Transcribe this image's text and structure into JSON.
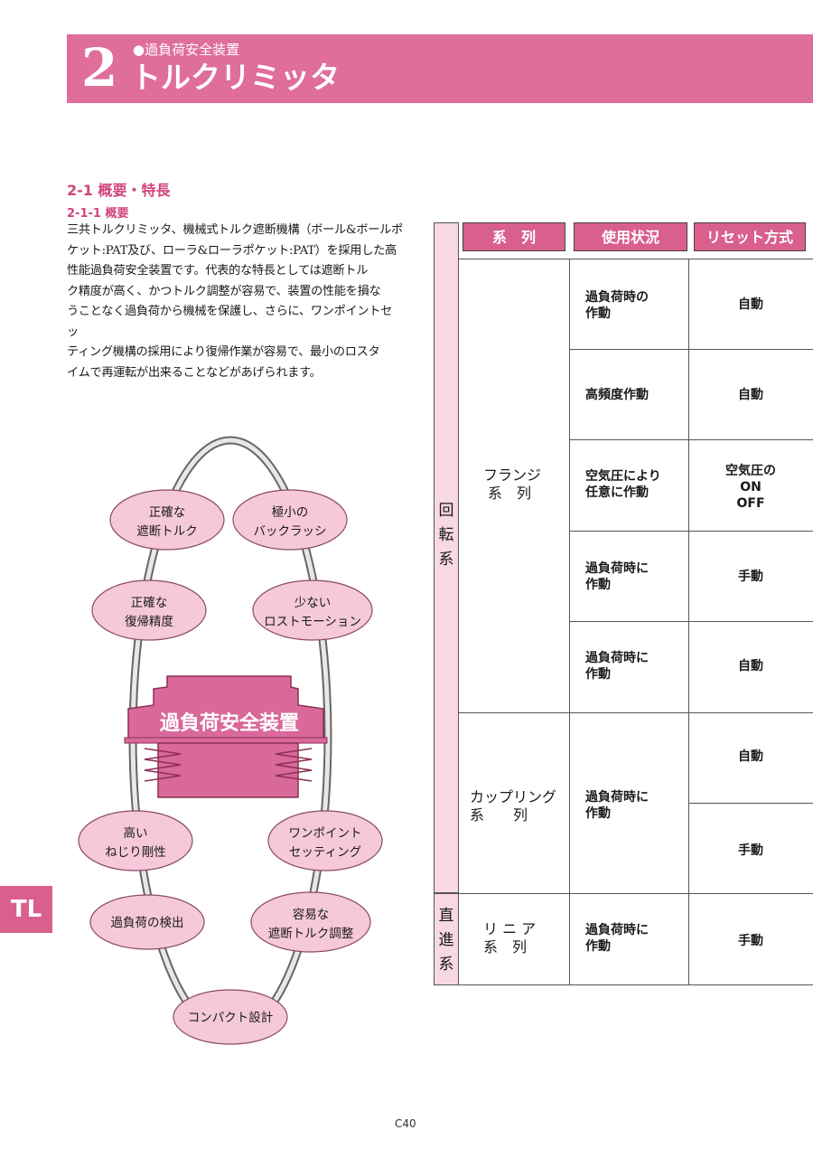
{
  "header": {
    "chapter_number": "2",
    "subtitle": "●過負荷安全装置",
    "title": "トルクリミッタ"
  },
  "section": {
    "heading": "2-1 概要・特長",
    "subheading": "2-1-1 概要",
    "body_lines": [
      "三共トルクリミッタ、機械式トルク遮断機構（ボール&ボールポ",
      "ケット:PAT及び、ローラ&ローラポケット:PAT）を採用した高",
      "性能過負荷安全装置です。代表的な特長としては遮断トル",
      "ク精度が高く、かつトルク調整が容易で、装置の性能を損な",
      "うことなく過負荷から機械を保護し、さらに、ワンポイントセッ",
      "ティング機構の採用により復帰作業が容易で、最小のロスタ",
      "イムで再運転が出来ることなどがあげられます。"
    ]
  },
  "diagram": {
    "center_label": "過負荷安全装置",
    "bubbles": [
      {
        "line1": "正確な",
        "line2": "遮断トルク"
      },
      {
        "line1": "極小の",
        "line2": "バックラッシ"
      },
      {
        "line1": "正確な",
        "line2": "復帰精度"
      },
      {
        "line1": "少ない",
        "line2": "ロストモーション"
      },
      {
        "line1": "高い",
        "line2": "ねじり剛性"
      },
      {
        "line1": "ワンポイント",
        "line2": "セッティング"
      },
      {
        "line1": "過負荷の検出",
        "line2": ""
      },
      {
        "line1": "容易な",
        "line2": "遮断トルク調整"
      },
      {
        "line1": "コンパクト設計",
        "line2": ""
      }
    ],
    "colors": {
      "bubble_fill": "#f5c8da",
      "device_fill": "#d9699a",
      "ring": "#888888"
    }
  },
  "table": {
    "headers": {
      "series": "系　列",
      "usage": "使用状況",
      "reset": "リセット方式"
    },
    "groups": {
      "rotary": {
        "label_chars": [
          "回",
          "転",
          "系"
        ]
      },
      "linear": {
        "label_chars": [
          "直",
          "進",
          "系"
        ]
      }
    },
    "series": {
      "flange": {
        "line1": "フランジ",
        "line2": "系　列"
      },
      "coupling": {
        "line1": "カップリング",
        "line2": "系　　列"
      },
      "linear": {
        "line1": "リ ニ ア",
        "line2": "系　列"
      }
    },
    "rows": [
      {
        "usage1": "過負荷時の",
        "usage2": "作動",
        "reset1": "自動",
        "reset2": "",
        "reset3": ""
      },
      {
        "usage1": "高頻度作動",
        "usage2": "",
        "reset1": "自動",
        "reset2": "",
        "reset3": ""
      },
      {
        "usage1": "空気圧により",
        "usage2": "任意に作動",
        "reset1": "空気圧の",
        "reset2": "ON",
        "reset3": "OFF"
      },
      {
        "usage1": "過負荷時に",
        "usage2": "作動",
        "reset1": "手動",
        "reset2": "",
        "reset3": ""
      },
      {
        "usage1": "過負荷時に",
        "usage2": "作動",
        "reset1": "自動",
        "reset2": "",
        "reset3": ""
      }
    ],
    "coupling": {
      "usage1": "過負荷時に",
      "usage2": "作動",
      "reset_a": "自動",
      "reset_b": "手動"
    },
    "linear": {
      "usage1": "過負荷時に",
      "usage2": "作動",
      "reset": "手動"
    }
  },
  "side_tab": "TL",
  "page_number": "C40"
}
